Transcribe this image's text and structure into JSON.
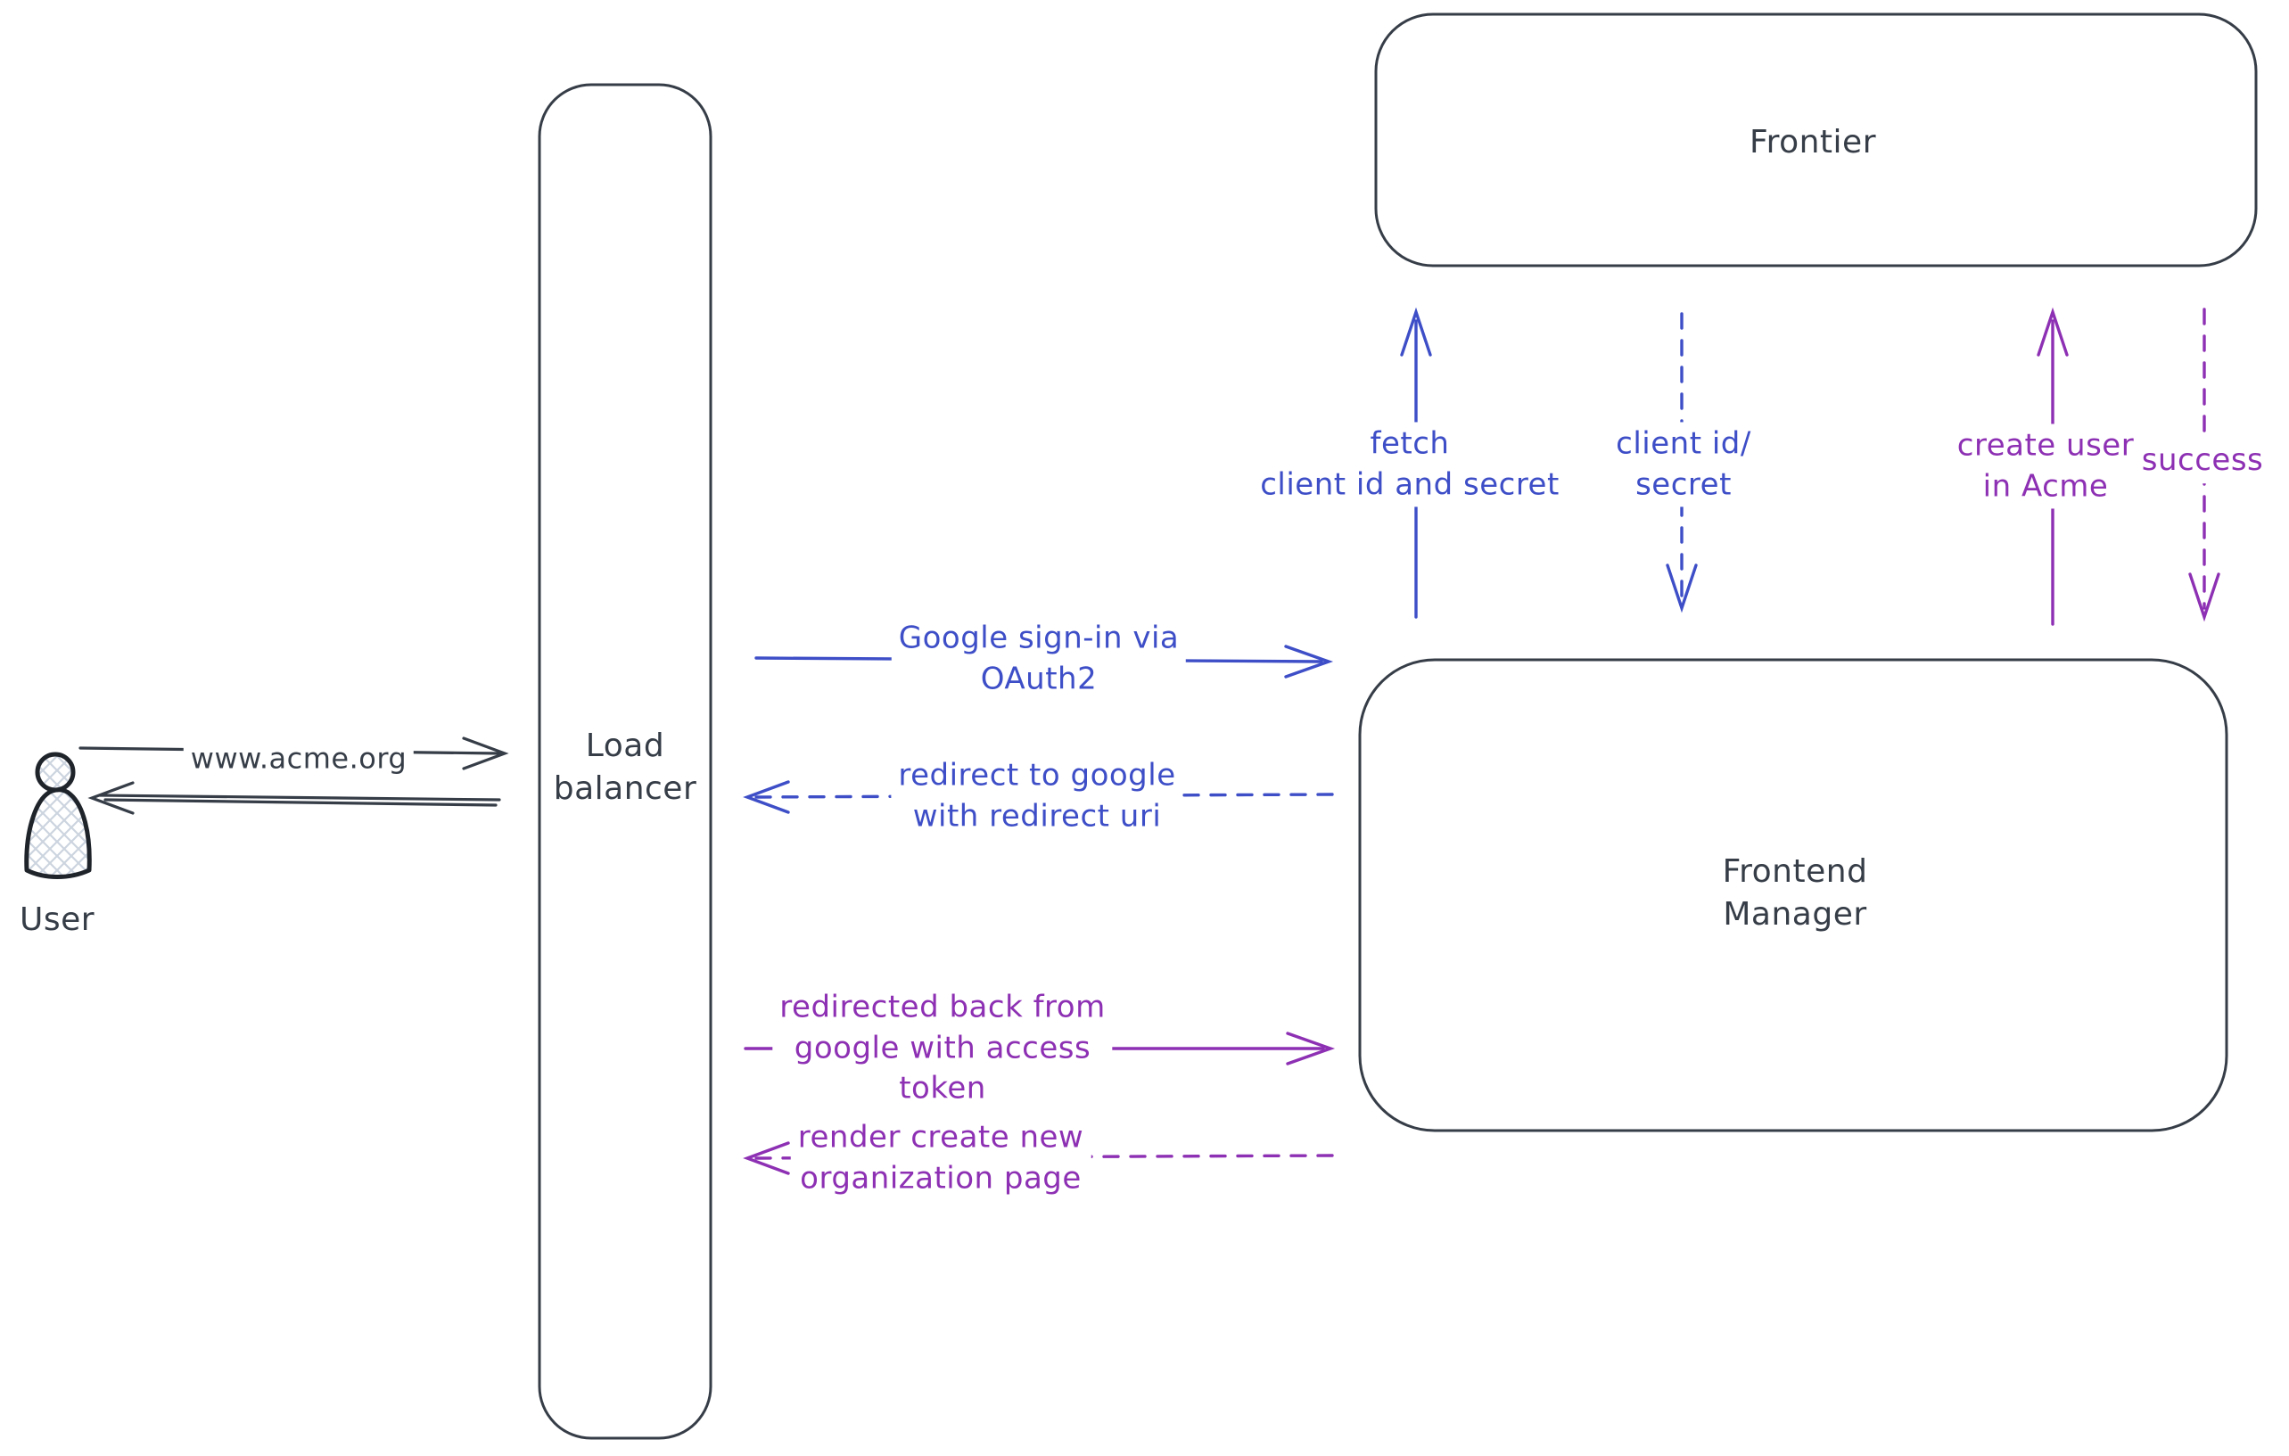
{
  "diagram": {
    "title_hint": "OAuth2 sign-in flow sketch",
    "colors": {
      "ink": "#363d47",
      "blue": "#3d4ec7",
      "purple": "#8d30b3",
      "hatch": "#ccd4df",
      "background": "#ffffff"
    },
    "nodes": {
      "user": {
        "label": "User",
        "icon": "person-icon"
      },
      "load_balancer": {
        "label": "Load\nbalancer"
      },
      "frontier": {
        "label": "Frontier"
      },
      "frontend_manager": {
        "label": "Frontend\nManager"
      }
    },
    "edges": {
      "acme": {
        "label": "www.acme.org",
        "style": "solid",
        "color": "#363d47",
        "from": "user",
        "to": "load_balancer"
      },
      "lb_return": {
        "label": "",
        "style": "solid",
        "color": "#363d47",
        "from": "load_balancer",
        "to": "user"
      },
      "google_signin": {
        "label": "Google sign-in via\nOAuth2",
        "style": "solid",
        "color": "#3d4ec7",
        "from": "load_balancer",
        "to": "frontend_manager"
      },
      "redirect_google": {
        "label": "redirect to google\nwith redirect uri",
        "style": "dashed",
        "color": "#3d4ec7",
        "from": "frontend_manager",
        "to": "load_balancer"
      },
      "fetch_client": {
        "label": "fetch\nclient id and secret",
        "style": "solid",
        "color": "#3d4ec7",
        "from": "frontend_manager",
        "to": "frontier"
      },
      "client_id_secret": {
        "label": "client id/\nsecret",
        "style": "dashed",
        "color": "#3d4ec7",
        "from": "frontier",
        "to": "frontend_manager"
      },
      "redirected_back": {
        "label": "redirected back from\ngoogle with access\ntoken",
        "style": "solid",
        "color": "#8d30b3",
        "from": "load_balancer",
        "to": "frontend_manager"
      },
      "render_create": {
        "label": "render create new\norganization page",
        "style": "dashed",
        "color": "#8d30b3",
        "from": "frontend_manager",
        "to": "load_balancer"
      },
      "create_user": {
        "label": "create user\nin Acme",
        "style": "solid",
        "color": "#8d30b3",
        "from": "frontend_manager",
        "to": "frontier"
      },
      "success": {
        "label": "success",
        "style": "dashed",
        "color": "#8d30b3",
        "from": "frontier",
        "to": "frontend_manager"
      }
    }
  }
}
